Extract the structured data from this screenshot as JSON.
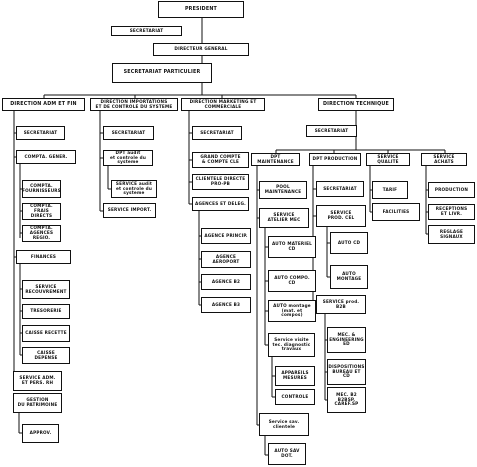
{
  "nodes": {
    "president": "PRESIDENT",
    "secretariat": "SECRETARIAT",
    "directeur_general": "DIRECTEUR GENERAL",
    "secretariat_particulier": "SECRETARIAT PARTICULIER",
    "direction_adm_fin": "DIRECTION ADM ET FIN",
    "direction_import": "DIRECTION IMPORTATIONS\nET DE CONTROLE DU SYSTEME",
    "direction_marketing": "DIRECTION MARKETING ET COMMERCIALE",
    "direction_technique": "DIRECTION TECHNIQUE",
    "adm_secretariat": "SECRETARIAT",
    "compta_gener": "COMPTA. GENER.",
    "compta_fournisseurs": "COMPTA.\nFOURNISSEURS",
    "compta_frais_directs": "COMPTA.\nFRAIS DIRECTS",
    "compta_agences": "COMPTA.\nAGENCES REGIO.",
    "finances": "FINANCES",
    "service_recouvrement": "SERVICE\nRECOUVREMENT",
    "tresorerie": "TRESORERIE",
    "caisse_recette": "CAISSE RECETTE",
    "caisse_depense": "CAISSE DEPENSE",
    "service_adm_pers": "SERVICE ADM.\nET PERS. RH",
    "gestion_patrimoine": "GESTION\nDU PATRIMOINE",
    "approv": "APPROV.",
    "imp_secretariat": "SECRETARIAT",
    "dpt_audit": "DPT audit\net controle du systeme",
    "service_audit": "SERVICE audit\net controle du systeme",
    "service_import": "SERVICE IMPORT.",
    "mkt_secretariat": "SECRETARIAT",
    "grand_compte": "GRAND COMPTE\n& COMPTE CLE",
    "clientele_directe": "CLIENTELE DIRECTE\nPRO-PB",
    "agences_deleg": "AGENCES ET DELEG.",
    "agence_princip": "AGENCE PRINCIP.",
    "agence_aeroport": "AGENCE\nAEROPORT",
    "agence_b": "AGENCE B2",
    "agence_b3": "AGENCE B3",
    "tech_secretariat": "SECRETARIAT",
    "dpt_maintenance": "DPT\nMAINTENANCE",
    "dpt_production": "DPT PRODUCTION",
    "service_qualite": "SERVICE\nQUALITE",
    "service_achats": "SERVICE\nACHATS",
    "pool_maintenance": "POOL\nMAINTENANCE",
    "service_atelier": "SERVICE\nATELIER MEC",
    "auto_materiel": "AUTO MATERIEL\nCD",
    "auto_compo": "AUTO COMPO.\nCD",
    "auto_montage": "AUTO montage\n(mat. et compos)",
    "service_visite": "Service visite\ntec. diagnostic\ntravaux",
    "appareils_mesures": "APPAREILS\nMESURES",
    "controle": "CONTROLE",
    "service_sav": "Service sav.\nclientele",
    "auto_sav": "AUTO SAV\nDOT.",
    "prod_secretariat": "SECRETARIAT",
    "service_prod_cel": "SERVICE\nPROD. CEL",
    "auto_cd": "AUTO CD",
    "auto_montage2": "AUTO\nMONTAGE",
    "service_prod_b": "SERVICE prod.\nB2B",
    "mec_eng": "MEC. &\nENGINEERING ED",
    "disp_bureau": "DISPOSITIONS\nBUREAU ET CD",
    "mec_b": "MEC. B2\nB2BSP. CAREF.SP",
    "tarif": "TARIF",
    "facilities": "FACILITIES",
    "production": "PRODUCTION",
    "receptions": "RECEPTIONS\nET LIVR.",
    "reglage_signaux": "REGLAGE\nSIGNAUX"
  }
}
